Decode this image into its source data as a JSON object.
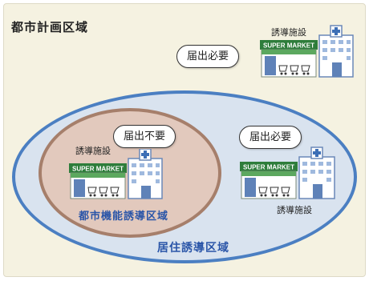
{
  "region_title": "都市計画区域",
  "residential_zone": "居住誘導区域",
  "urban_core_zone": "都市機能誘導区域",
  "facilities": [
    {
      "label": "誘導施設",
      "notice": "届出必要",
      "store_sign": "SUPER MARKET"
    },
    {
      "label": "誘導施設",
      "notice": "届出不要",
      "store_sign": "SUPER MARKET"
    },
    {
      "label": "誘導施設",
      "notice": "届出必要",
      "store_sign": "SUPER MARKET"
    }
  ],
  "colors": {
    "background": "#f5f2e1",
    "residential_fill": "#d9e3ef",
    "residential_border": "#4b7fc2",
    "core_fill": "#e2c9bd",
    "core_border": "#a67f6b",
    "label_blue": "#2a55a8"
  }
}
